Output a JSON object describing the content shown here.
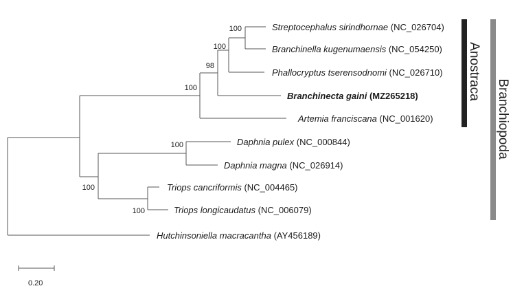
{
  "tree": {
    "taxa": [
      {
        "id": "t1",
        "species": "Streptocephalus sirindhornae",
        "accession": "(NC_026704)",
        "highlight": false
      },
      {
        "id": "t2",
        "species": "Branchinella kugenumaensis",
        "accession": "(NC_054250)",
        "highlight": false
      },
      {
        "id": "t3",
        "species": "Phallocryptus tserensodnomi",
        "accession": "(NC_026710)",
        "highlight": false
      },
      {
        "id": "t4",
        "species": "Branchinecta gaini",
        "accession": "(MZ265218)",
        "highlight": true
      },
      {
        "id": "t5",
        "species": "Artemia franciscana",
        "accession": "(NC_001620)",
        "highlight": false
      },
      {
        "id": "t6",
        "species": "Daphnia pulex",
        "accession": "(NC_000844)",
        "highlight": false
      },
      {
        "id": "t7",
        "species": "Daphnia magna",
        "accession": "(NC_026914)",
        "highlight": false
      },
      {
        "id": "t8",
        "species": "Triops cancriformis",
        "accession": "(NC_004465)",
        "highlight": false
      },
      {
        "id": "t9",
        "species": "Triops longicaudatus",
        "accession": "(NC_006079)",
        "highlight": false
      },
      {
        "id": "t10",
        "species": "Hutchinsoniella macracantha",
        "accession": "(AY456189)",
        "highlight": false
      }
    ],
    "support": [
      {
        "node": "t1_t2",
        "value": "100"
      },
      {
        "node": "t1_t3",
        "value": "100"
      },
      {
        "node": "t1_t4",
        "value": "98"
      },
      {
        "node": "anostraca",
        "value": "100"
      },
      {
        "node": "daphnia",
        "value": "100"
      },
      {
        "node": "diplostraca",
        "value": "100"
      },
      {
        "node": "triops",
        "value": "100"
      }
    ],
    "clades": [
      {
        "id": "anostraca",
        "label": "Anostraca",
        "color": "#222222"
      },
      {
        "id": "branchiopoda",
        "label": "Branchiopoda",
        "color": "#8a8a8a"
      }
    ],
    "scale_bar": {
      "label": "0.20"
    }
  }
}
